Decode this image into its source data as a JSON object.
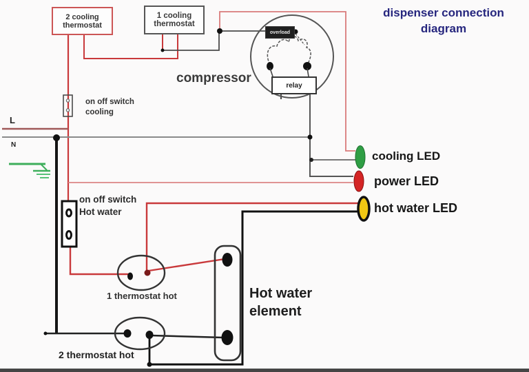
{
  "title": "dispenser connection\ndiagram",
  "boxes": {
    "cooling_thermostat_2": "2 cooling\nthermostat",
    "cooling_thermostat_1": "1 cooling\nthermostat",
    "overload": "overload",
    "relay": "relay"
  },
  "labels": {
    "compressor": "compressor",
    "switch_cooling": "on off switch\ncooling",
    "switch_hot_water": "on off switch\nHot water",
    "line_l": "L",
    "line_n": "N",
    "thermostat_hot_1": "1 thermostat hot",
    "thermostat_hot_2": "2 thermostat hot",
    "hot_water_element": "Hot water\nelement"
  },
  "leds": {
    "cooling": {
      "label": "cooling LED",
      "color": "#2f9e44"
    },
    "power": {
      "label": "power LED",
      "color": "#d42424"
    },
    "hot_water": {
      "label": "hot water LED",
      "color": "#f0c713"
    }
  },
  "colors": {
    "title_text": "#26267e",
    "wire_red": "#c9393b",
    "wire_pale_red": "#dd8585",
    "wire_black": "#1a1a1a",
    "wire_gray": "#8a8a8a",
    "ground_green": "#3dae5b"
  }
}
